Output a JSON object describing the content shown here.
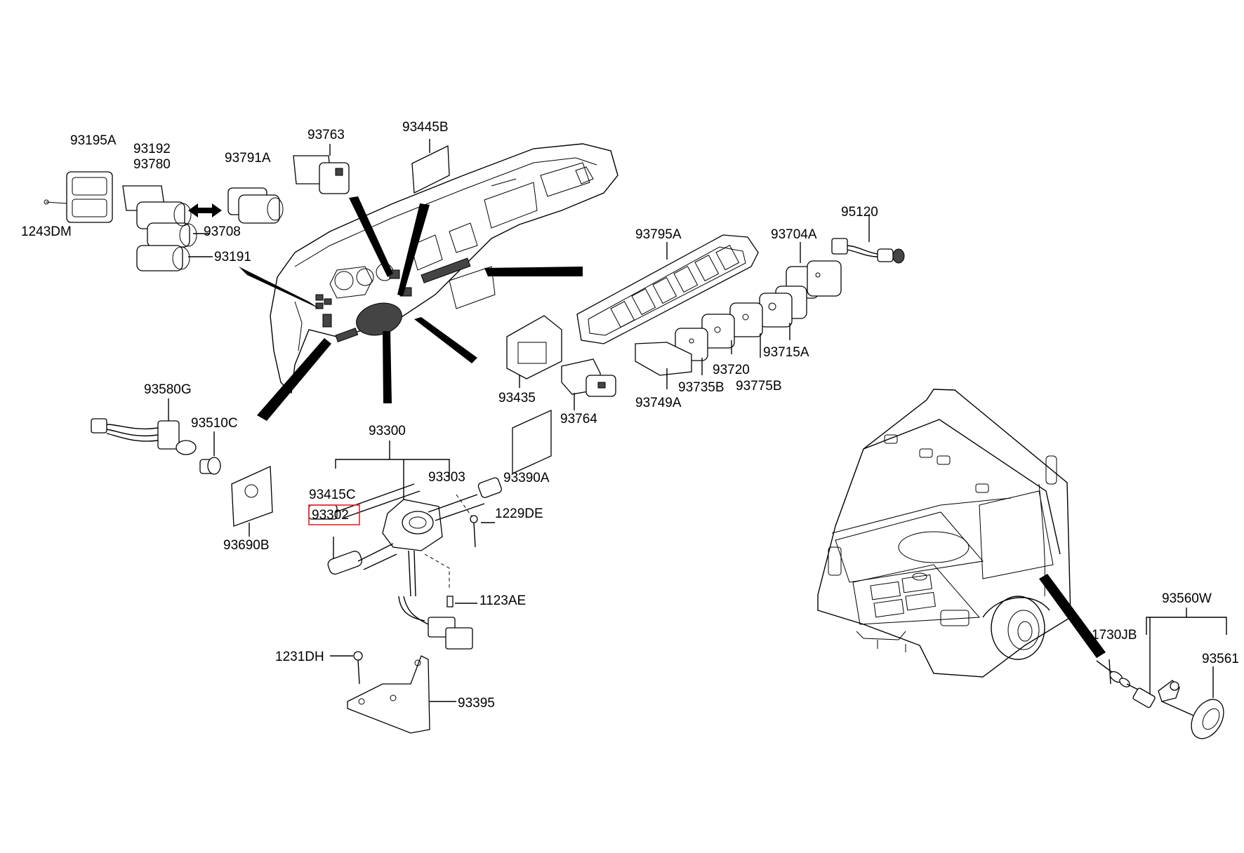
{
  "diagram": {
    "labels": {
      "p93195A": "93195A",
      "p93192": "93192",
      "p93780": "93780",
      "p1243DM": "1243DM",
      "p93708": "93708",
      "p93191": "93191",
      "p93791A": "93791A",
      "p93763": "93763",
      "p93445B": "93445B",
      "p93795A": "93795A",
      "p93704A": "93704A",
      "p95120": "95120",
      "p93715A": "93715A",
      "p93720": "93720",
      "p93775B": "93775B",
      "p93735B": "93735B",
      "p93749A": "93749A",
      "p93435": "93435",
      "p93764": "93764",
      "p93390A": "93390A",
      "p93580G": "93580G",
      "p93510C": "93510C",
      "p93690B": "93690B",
      "p93300": "93300",
      "p93415C": "93415C",
      "p93303": "93303",
      "p93302": "93302",
      "p1229DE": "1229DE",
      "p1123AE": "1123AE",
      "p1231DH": "1231DH",
      "p93395": "93395",
      "p93560W": "93560W",
      "p1730JB": "1730JB",
      "p93561": "93561"
    },
    "highlighted_part": "93302",
    "highlight_color": "#e8232a"
  }
}
